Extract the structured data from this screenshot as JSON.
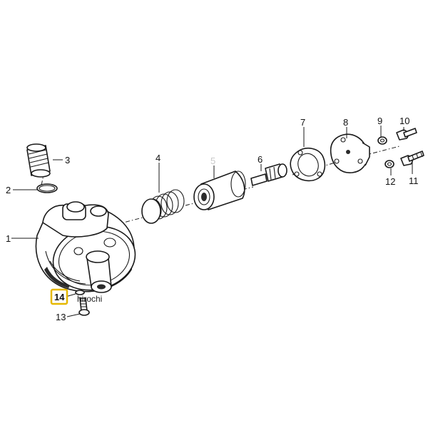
{
  "callouts": {
    "c1": "1",
    "c2": "2",
    "c3": "3",
    "c4": "4",
    "c5": "5",
    "c6": "6",
    "c7": "7",
    "c8": "8",
    "c9": "9",
    "c10": "10",
    "c11": "11",
    "c12": "12",
    "c13": "13",
    "c14": "14"
  },
  "highlight": {
    "label": "14",
    "color": "#e6b800"
  },
  "watermark": "hirochi"
}
